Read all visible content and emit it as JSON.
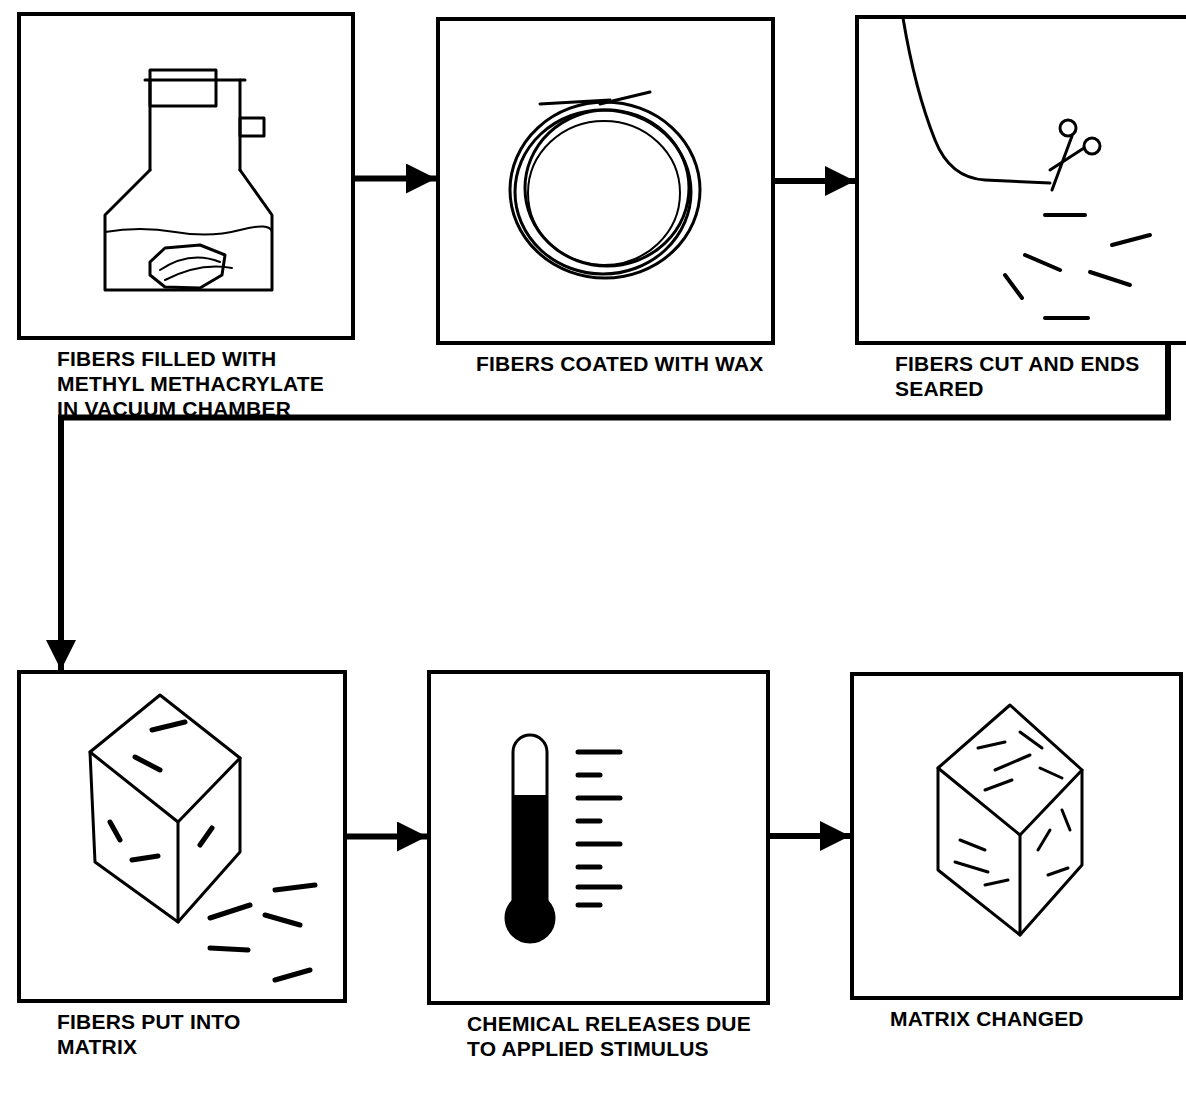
{
  "diagram": {
    "nodes": [
      {
        "text": [
          "FIBERS FILLED WITH METHYL METHACRYLATE IN VACUUM CHAMBER"
        ]
      },
      {
        "text": [
          "FIBERS COATED WITH WAX"
        ]
      },
      {
        "text": [
          "FIBERS CUT AND ENDS SEARED"
        ]
      },
      {
        "text": [
          "FIBERS PUT INTO MATRIX"
        ]
      },
      {
        "text": [
          "CHEMICAL RELEASES DUE TO APPLIED STIMULUS"
        ]
      },
      {
        "text": [
          "MATRIX CHANGED"
        ]
      }
    ],
    "edges": [
      {
        "from": 0,
        "to": 1,
        "arrow": "to"
      },
      {
        "from": 1,
        "to": 2,
        "arrow": "to"
      },
      {
        "from": 2,
        "to": 3,
        "arrow": "to"
      },
      {
        "from": 3,
        "to": 4,
        "arrow": "to"
      },
      {
        "from": 4,
        "to": 5,
        "arrow": "to"
      }
    ]
  }
}
